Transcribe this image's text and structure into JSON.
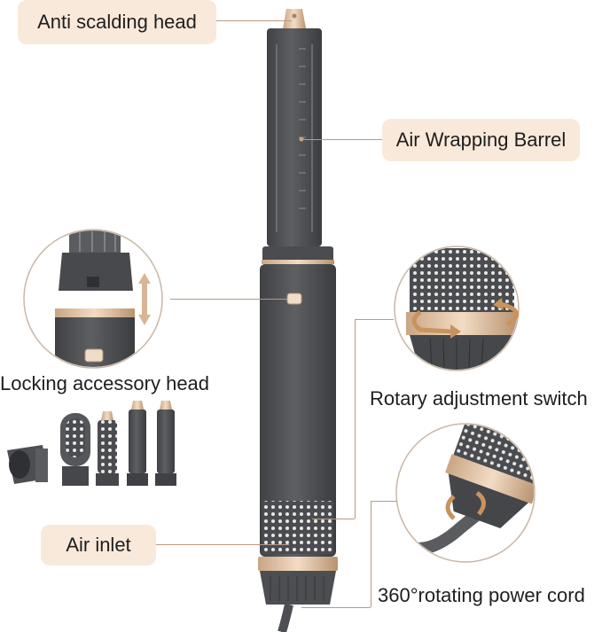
{
  "labels": {
    "anti_scalding_head": "Anti scalding head",
    "air_wrapping_barrel": "Air Wrapping Barrel",
    "locking_accessory_head": "Locking accessory head",
    "rotary_adjustment_switch": "Rotary adjustment switch",
    "air_inlet": "Air inlet",
    "rotating_power_cord": "360°rotating power cord"
  },
  "colors": {
    "body": "#55575b",
    "body_dark": "#3e4044",
    "accent_gold": "#e6c7a8",
    "label_bg": "#f9e9da",
    "leader": "#b89a82"
  },
  "icons": {
    "up_down_arrow": "double-headed-arrow",
    "rotate_arrows": "curved-rotation-arrows"
  }
}
